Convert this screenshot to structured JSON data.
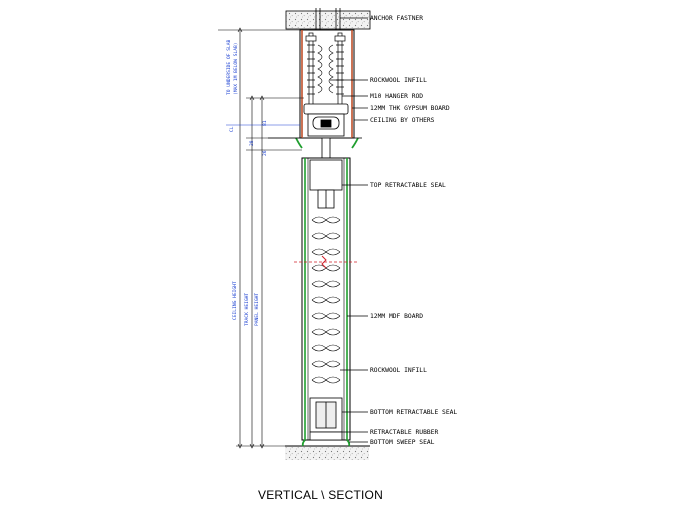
{
  "caption": "VERTICAL \\ SECTION",
  "callouts": {
    "anchor": "ANCHOR FASTNER",
    "rockwool_top": "ROCKWOOL INFILL",
    "hanger_rod": "M10 HANGER ROD",
    "gypsum": "12MM THK GYPSUM BOARD",
    "ceiling": "CEILING BY OTHERS",
    "top_seal": "TOP RETRACTABLE SEAL",
    "mdf": "12MM MDF BOARD",
    "rockwool_panel": "ROCKWOOL INFILL",
    "bottom_seal": "BOTTOM RETRACTABLE SEAL",
    "rubber": "RETRACTABLE RUBBER",
    "sweep": "BOTTOM SWEEP SEAL"
  },
  "dimensions": {
    "slab_to_ceiling": "TO UNDERSIDE OF SLAB",
    "slab_to_ceiling_2": "(MAX 1M BELOW SLAB)",
    "dim_81": "81",
    "dim_28": "28",
    "dim_26": "26",
    "ceiling_height": "CEILING HEIGHT",
    "track_height": "TRACK HEIGHT",
    "panel_height": "PANEL HEIGHT",
    "cl": "CL"
  },
  "colors": {
    "line": "#000000",
    "rod": "#c0502a",
    "seal": "#1f9e2e",
    "dimension": "#1a3fd1",
    "cut_line": "#d0202a"
  }
}
